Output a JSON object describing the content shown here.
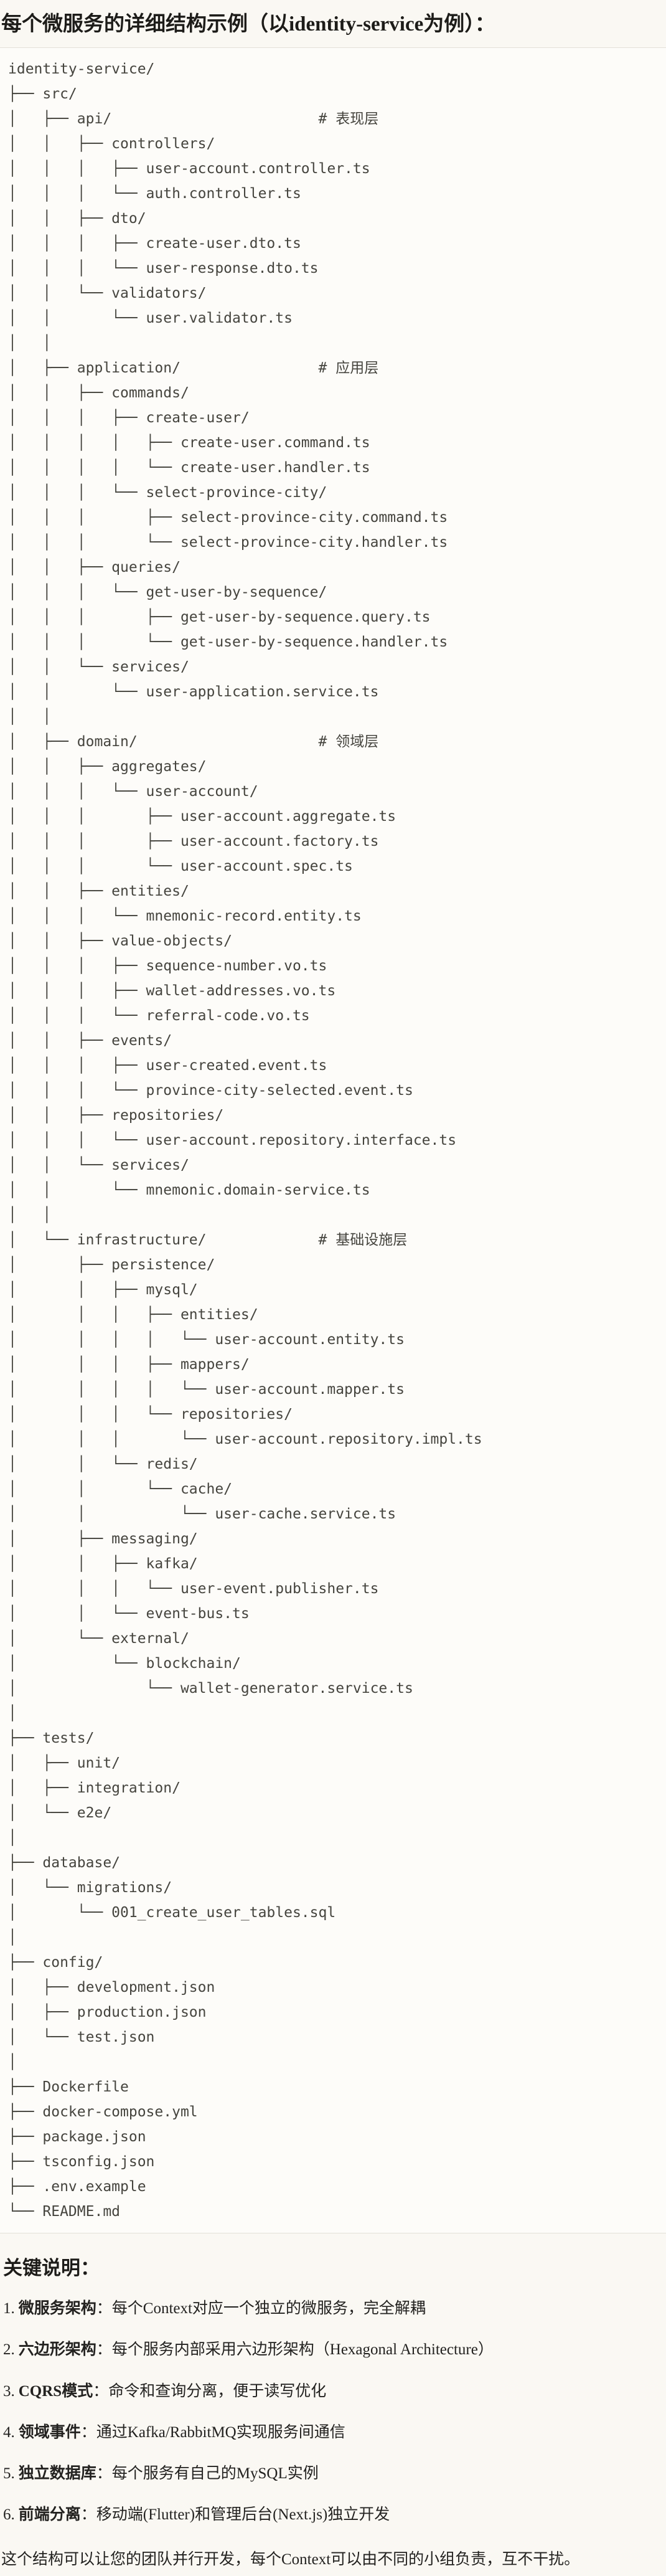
{
  "page": {
    "title": "每个微服务的详细结构示例（以identity-service为例）："
  },
  "colors": {
    "page_bg": "#faf8f3",
    "code_bg": "#fdfcf9",
    "border": "#e3e0d8",
    "code_text": "#45443e",
    "heading_text": "#1d1c19",
    "body_text": "#232220"
  },
  "code_block": {
    "tree_lines": [
      "identity-service/",
      "├── src/",
      "│   ├── api/                        # 表现层",
      "│   │   ├── controllers/",
      "│   │   │   ├── user-account.controller.ts",
      "│   │   │   └── auth.controller.ts",
      "│   │   ├── dto/",
      "│   │   │   ├── create-user.dto.ts",
      "│   │   │   └── user-response.dto.ts",
      "│   │   └── validators/",
      "│   │       └── user.validator.ts",
      "│   │",
      "│   ├── application/                # 应用层",
      "│   │   ├── commands/",
      "│   │   │   ├── create-user/",
      "│   │   │   │   ├── create-user.command.ts",
      "│   │   │   │   └── create-user.handler.ts",
      "│   │   │   └── select-province-city/",
      "│   │   │       ├── select-province-city.command.ts",
      "│   │   │       └── select-province-city.handler.ts",
      "│   │   ├── queries/",
      "│   │   │   └── get-user-by-sequence/",
      "│   │   │       ├── get-user-by-sequence.query.ts",
      "│   │   │       └── get-user-by-sequence.handler.ts",
      "│   │   └── services/",
      "│   │       └── user-application.service.ts",
      "│   │",
      "│   ├── domain/                     # 领域层",
      "│   │   ├── aggregates/",
      "│   │   │   └── user-account/",
      "│   │   │       ├── user-account.aggregate.ts",
      "│   │   │       ├── user-account.factory.ts",
      "│   │   │       └── user-account.spec.ts",
      "│   │   ├── entities/",
      "│   │   │   └── mnemonic-record.entity.ts",
      "│   │   ├── value-objects/",
      "│   │   │   ├── sequence-number.vo.ts",
      "│   │   │   ├── wallet-addresses.vo.ts",
      "│   │   │   └── referral-code.vo.ts",
      "│   │   ├── events/",
      "│   │   │   ├── user-created.event.ts",
      "│   │   │   └── province-city-selected.event.ts",
      "│   │   ├── repositories/",
      "│   │   │   └── user-account.repository.interface.ts",
      "│   │   └── services/",
      "│   │       └── mnemonic.domain-service.ts",
      "│   │",
      "│   └── infrastructure/             # 基础设施层",
      "│       ├── persistence/",
      "│       │   ├── mysql/",
      "│       │   │   ├── entities/",
      "│       │   │   │   └── user-account.entity.ts",
      "│       │   │   ├── mappers/",
      "│       │   │   │   └── user-account.mapper.ts",
      "│       │   │   └── repositories/",
      "│       │   │       └── user-account.repository.impl.ts",
      "│       │   └── redis/",
      "│       │       └── cache/",
      "│       │           └── user-cache.service.ts",
      "│       ├── messaging/",
      "│       │   ├── kafka/",
      "│       │   │   └── user-event.publisher.ts",
      "│       │   └── event-bus.ts",
      "│       └── external/",
      "│           └── blockchain/",
      "│               └── wallet-generator.service.ts",
      "│",
      "├── tests/",
      "│   ├── unit/",
      "│   ├── integration/",
      "│   └── e2e/",
      "│",
      "├── database/",
      "│   └── migrations/",
      "│       └── 001_create_user_tables.sql",
      "│",
      "├── config/",
      "│   ├── development.json",
      "│   ├── production.json",
      "│   └── test.json",
      "│",
      "├── Dockerfile",
      "├── docker-compose.yml",
      "├── package.json",
      "├── tsconfig.json",
      "├── .env.example",
      "└── README.md"
    ]
  },
  "notes": {
    "heading": "关键说明：",
    "items": [
      {
        "num": "1.",
        "label": "微服务架构",
        "text": "：每个Context对应一个独立的微服务，完全解耦"
      },
      {
        "num": "2.",
        "label": "六边形架构",
        "text": "：每个服务内部采用六边形架构（Hexagonal Architecture）"
      },
      {
        "num": "3.",
        "label": "CQRS模式",
        "text": "：命令和查询分离，便于读写优化"
      },
      {
        "num": "4.",
        "label": "领域事件",
        "text": "：通过Kafka/RabbitMQ实现服务间通信"
      },
      {
        "num": "5.",
        "label": "独立数据库",
        "text": "：每个服务有自己的MySQL实例"
      },
      {
        "num": "6.",
        "label": "前端分离",
        "text": "：移动端(Flutter)和管理后台(Next.js)独立开发"
      }
    ],
    "footer": "这个结构可以让您的团队并行开发，每个Context可以由不同的小组负责，互不干扰。"
  }
}
